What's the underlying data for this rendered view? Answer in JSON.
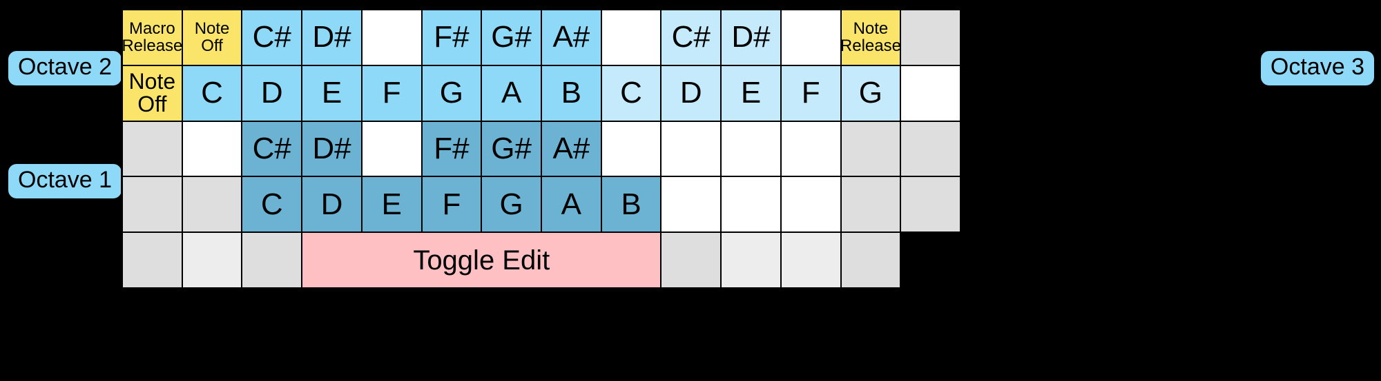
{
  "labels": {
    "octave_left_top": "Octave 2",
    "octave_left_bottom": "Octave 1",
    "octave_right": "Octave 3"
  },
  "colors": {
    "yellow": "#fbe46a",
    "blue": "#8ed8f8",
    "blue_light": "#c4eafb",
    "blue_dark": "#6cb2d3",
    "pink": "#ffc0c4",
    "grey": "#dedede",
    "grey_light": "#ededed",
    "white": "#ffffff",
    "background": "#000000",
    "border": "#000000"
  },
  "grid": {
    "columns": 14,
    "rows": 5,
    "cells": [
      [
        {
          "text": "Macro\nRelease",
          "fill": "yellow",
          "size": "small",
          "name": "key-macro-release"
        },
        {
          "text": "Note\nOff",
          "fill": "yellow",
          "size": "small",
          "name": "key-note-off-top"
        },
        {
          "text": "C#",
          "fill": "blue",
          "size": "note",
          "name": "key-c-sharp-oct2"
        },
        {
          "text": "D#",
          "fill": "blue",
          "size": "note",
          "name": "key-d-sharp-oct2"
        },
        {
          "text": "",
          "fill": "white",
          "size": "note",
          "name": "key-blank"
        },
        {
          "text": "F#",
          "fill": "blue",
          "size": "note",
          "name": "key-f-sharp-oct2"
        },
        {
          "text": "G#",
          "fill": "blue",
          "size": "note",
          "name": "key-g-sharp-oct2"
        },
        {
          "text": "A#",
          "fill": "blue",
          "size": "note",
          "name": "key-a-sharp-oct2"
        },
        {
          "text": "",
          "fill": "white",
          "size": "note",
          "name": "key-blank"
        },
        {
          "text": "C#",
          "fill": "blue_light",
          "size": "note",
          "name": "key-c-sharp-oct3"
        },
        {
          "text": "D#",
          "fill": "blue_light",
          "size": "note",
          "name": "key-d-sharp-oct3"
        },
        {
          "text": "",
          "fill": "white",
          "size": "note",
          "name": "key-blank"
        },
        {
          "text": "Note\nRelease",
          "fill": "yellow",
          "size": "small",
          "name": "key-note-release"
        },
        {
          "text": "",
          "fill": "grey",
          "size": "note",
          "name": "key-disabled"
        }
      ],
      [
        {
          "text": "Note\nOff",
          "fill": "yellow",
          "size": "med",
          "name": "key-note-off"
        },
        {
          "text": "C",
          "fill": "blue",
          "size": "note",
          "name": "key-c-oct2"
        },
        {
          "text": "D",
          "fill": "blue",
          "size": "note",
          "name": "key-d-oct2"
        },
        {
          "text": "E",
          "fill": "blue",
          "size": "note",
          "name": "key-e-oct2"
        },
        {
          "text": "F",
          "fill": "blue",
          "size": "note",
          "name": "key-f-oct2"
        },
        {
          "text": "G",
          "fill": "blue",
          "size": "note",
          "name": "key-g-oct2"
        },
        {
          "text": "A",
          "fill": "blue",
          "size": "note",
          "name": "key-a-oct2"
        },
        {
          "text": "B",
          "fill": "blue",
          "size": "note",
          "name": "key-b-oct2"
        },
        {
          "text": "C",
          "fill": "blue_light",
          "size": "note",
          "name": "key-c-oct3"
        },
        {
          "text": "D",
          "fill": "blue_light",
          "size": "note",
          "name": "key-d-oct3"
        },
        {
          "text": "E",
          "fill": "blue_light",
          "size": "note",
          "name": "key-e-oct3"
        },
        {
          "text": "F",
          "fill": "blue_light",
          "size": "note",
          "name": "key-f-oct3"
        },
        {
          "text": "G",
          "fill": "blue_light",
          "size": "note",
          "name": "key-g-oct3"
        },
        {
          "text": "",
          "fill": "white",
          "size": "note",
          "name": "key-blank"
        }
      ],
      [
        {
          "text": "",
          "fill": "grey",
          "size": "note",
          "name": "key-disabled"
        },
        {
          "text": "",
          "fill": "white",
          "size": "note",
          "name": "key-blank"
        },
        {
          "text": "C#",
          "fill": "blue_dark",
          "size": "note",
          "name": "key-c-sharp-oct1"
        },
        {
          "text": "D#",
          "fill": "blue_dark",
          "size": "note",
          "name": "key-d-sharp-oct1"
        },
        {
          "text": "",
          "fill": "white",
          "size": "note",
          "name": "key-blank"
        },
        {
          "text": "F#",
          "fill": "blue_dark",
          "size": "note",
          "name": "key-f-sharp-oct1"
        },
        {
          "text": "G#",
          "fill": "blue_dark",
          "size": "note",
          "name": "key-g-sharp-oct1"
        },
        {
          "text": "A#",
          "fill": "blue_dark",
          "size": "note",
          "name": "key-a-sharp-oct1"
        },
        {
          "text": "",
          "fill": "white",
          "size": "note",
          "name": "key-blank"
        },
        {
          "text": "",
          "fill": "white",
          "size": "note",
          "name": "key-blank"
        },
        {
          "text": "",
          "fill": "white",
          "size": "note",
          "name": "key-blank"
        },
        {
          "text": "",
          "fill": "white",
          "size": "note",
          "name": "key-blank"
        },
        {
          "text": "",
          "fill": "grey",
          "size": "note",
          "name": "key-disabled"
        },
        {
          "text": "",
          "fill": "grey",
          "size": "note",
          "name": "key-disabled"
        }
      ],
      [
        {
          "text": "",
          "fill": "grey",
          "size": "note",
          "name": "key-disabled"
        },
        {
          "text": "",
          "fill": "grey",
          "size": "note",
          "name": "key-disabled"
        },
        {
          "text": "C",
          "fill": "blue_dark",
          "size": "note",
          "name": "key-c-oct1"
        },
        {
          "text": "D",
          "fill": "blue_dark",
          "size": "note",
          "name": "key-d-oct1"
        },
        {
          "text": "E",
          "fill": "blue_dark",
          "size": "note",
          "name": "key-e-oct1"
        },
        {
          "text": "F",
          "fill": "blue_dark",
          "size": "note",
          "name": "key-f-oct1"
        },
        {
          "text": "G",
          "fill": "blue_dark",
          "size": "note",
          "name": "key-g-oct1"
        },
        {
          "text": "A",
          "fill": "blue_dark",
          "size": "note",
          "name": "key-a-oct1"
        },
        {
          "text": "B",
          "fill": "blue_dark",
          "size": "note",
          "name": "key-b-oct1"
        },
        {
          "text": "",
          "fill": "white",
          "size": "note",
          "name": "key-blank"
        },
        {
          "text": "",
          "fill": "white",
          "size": "note",
          "name": "key-blank"
        },
        {
          "text": "",
          "fill": "white",
          "size": "note",
          "name": "key-blank"
        },
        {
          "text": "",
          "fill": "grey",
          "size": "note",
          "name": "key-disabled"
        },
        {
          "text": "",
          "fill": "grey",
          "size": "note",
          "name": "key-disabled"
        }
      ],
      [
        {
          "text": "",
          "fill": "grey",
          "size": "note",
          "name": "key-disabled"
        },
        {
          "text": "",
          "fill": "grey_light",
          "size": "note",
          "name": "key-disabled"
        },
        {
          "text": "",
          "fill": "grey",
          "size": "note",
          "name": "key-disabled"
        },
        {
          "text": "Toggle Edit",
          "fill": "pink",
          "size": "toggle",
          "span": 6,
          "name": "toggle-edit-button"
        },
        {
          "text": "",
          "fill": "grey",
          "size": "note",
          "name": "key-disabled"
        },
        {
          "text": "",
          "fill": "grey_light",
          "size": "note",
          "name": "key-disabled"
        },
        {
          "text": "",
          "fill": "grey_light",
          "size": "note",
          "name": "key-disabled"
        },
        {
          "text": "",
          "fill": "grey",
          "size": "note",
          "name": "key-disabled"
        }
      ]
    ]
  }
}
